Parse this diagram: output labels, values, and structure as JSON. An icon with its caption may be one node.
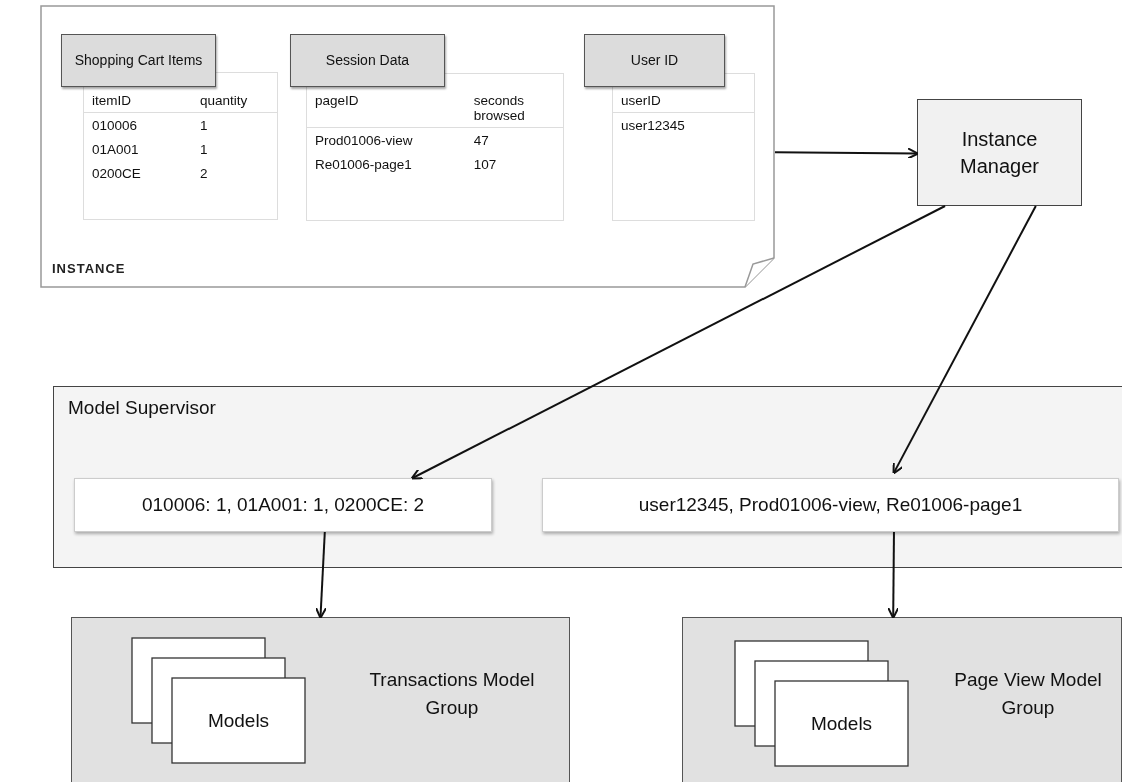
{
  "diagram": {
    "nodes": [
      {
        "text": [
          "INSTANCE"
        ]
      },
      {
        "text": [
          "Shopping Cart Items",
          "itemID",
          "quantity",
          "010006",
          "1",
          "01A001",
          "1",
          "0200CE",
          "2"
        ],
        "in": 0
      },
      {
        "text": [
          "Session Data",
          "pageID",
          "seconds browsed",
          "Prod01006-view",
          "47",
          "Re01006-page1",
          "107"
        ],
        "in": 0
      },
      {
        "text": [
          "User ID",
          "userID",
          "user12345"
        ],
        "in": 0
      },
      {
        "text": [
          "Instance Manager"
        ]
      },
      {
        "text": [
          "Model Supervisor"
        ]
      },
      {
        "text": [
          "010006: 1, 01A001: 1, 0200CE: 2"
        ],
        "in": 5
      },
      {
        "text": [
          "user12345, Prod01006-view, Re01006-page1"
        ],
        "in": 5
      },
      {
        "text": [
          "Transactions Model Group"
        ]
      },
      {
        "text": [
          "Models"
        ],
        "in": 8
      },
      {
        "text": [
          "Page View Model Group"
        ]
      },
      {
        "text": [
          "Models"
        ],
        "in": 10
      }
    ],
    "edges": [
      {
        "from": 0,
        "to": 4,
        "arrow": "to"
      },
      {
        "from": 4,
        "to": 6,
        "arrow": "to"
      },
      {
        "from": 4,
        "to": 7,
        "arrow": "to"
      },
      {
        "from": 6,
        "to": 8,
        "arrow": "to"
      },
      {
        "from": 7,
        "to": 10,
        "arrow": "to"
      }
    ]
  }
}
